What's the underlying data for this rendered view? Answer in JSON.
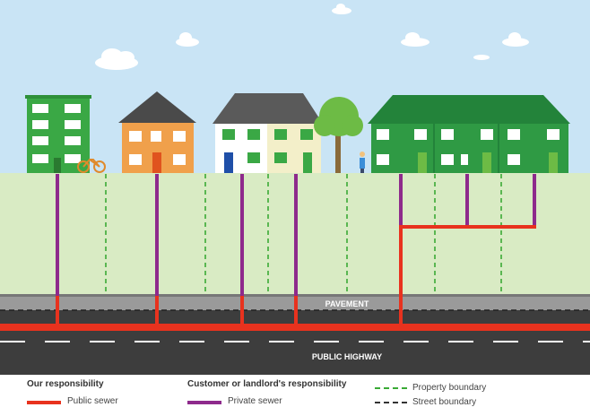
{
  "colors": {
    "sky": "#c9e4f5",
    "ground": "#d9ebc4",
    "public_sewer": "#e8321e",
    "private_sewer": "#8e2a8c",
    "property_boundary": "#3aaa35",
    "street_boundary": "#333333",
    "road": "#3d3d3d",
    "pavement": "#9a9a9a"
  },
  "scene": {
    "pavement_label": "PAVEMENT",
    "highway_label": "PUBLIC HIGHWAY"
  },
  "legend": {
    "our_title": "Our responsibility",
    "public_sewer": "Public sewer",
    "customer_title": "Customer or landlord's responsibility",
    "private_sewer": "Private sewer",
    "property_boundary": "Property boundary",
    "street_boundary": "Street boundary"
  }
}
